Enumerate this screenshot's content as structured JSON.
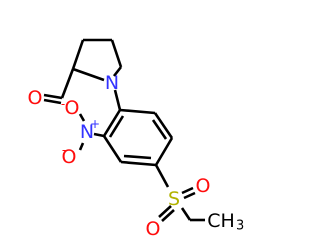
{
  "colors": {
    "bond": "#000000",
    "nitrogen": "#3333ff",
    "oxygen": "#ff0d0d",
    "sulfur": "#b2b200",
    "carbon": "#000000"
  },
  "labels": {
    "n_ring": "N",
    "o_carbonyl": "O",
    "o_nitro_1": "O",
    "o_nitro_2": "O",
    "n_nitro": "N",
    "nitro_plus": "+",
    "nitro_minus": "-",
    "sulfur": "S",
    "o_sulfonyl_1": "O",
    "o_sulfonyl_2": "O",
    "methyl_c": "CH",
    "methyl_sub": "3"
  }
}
